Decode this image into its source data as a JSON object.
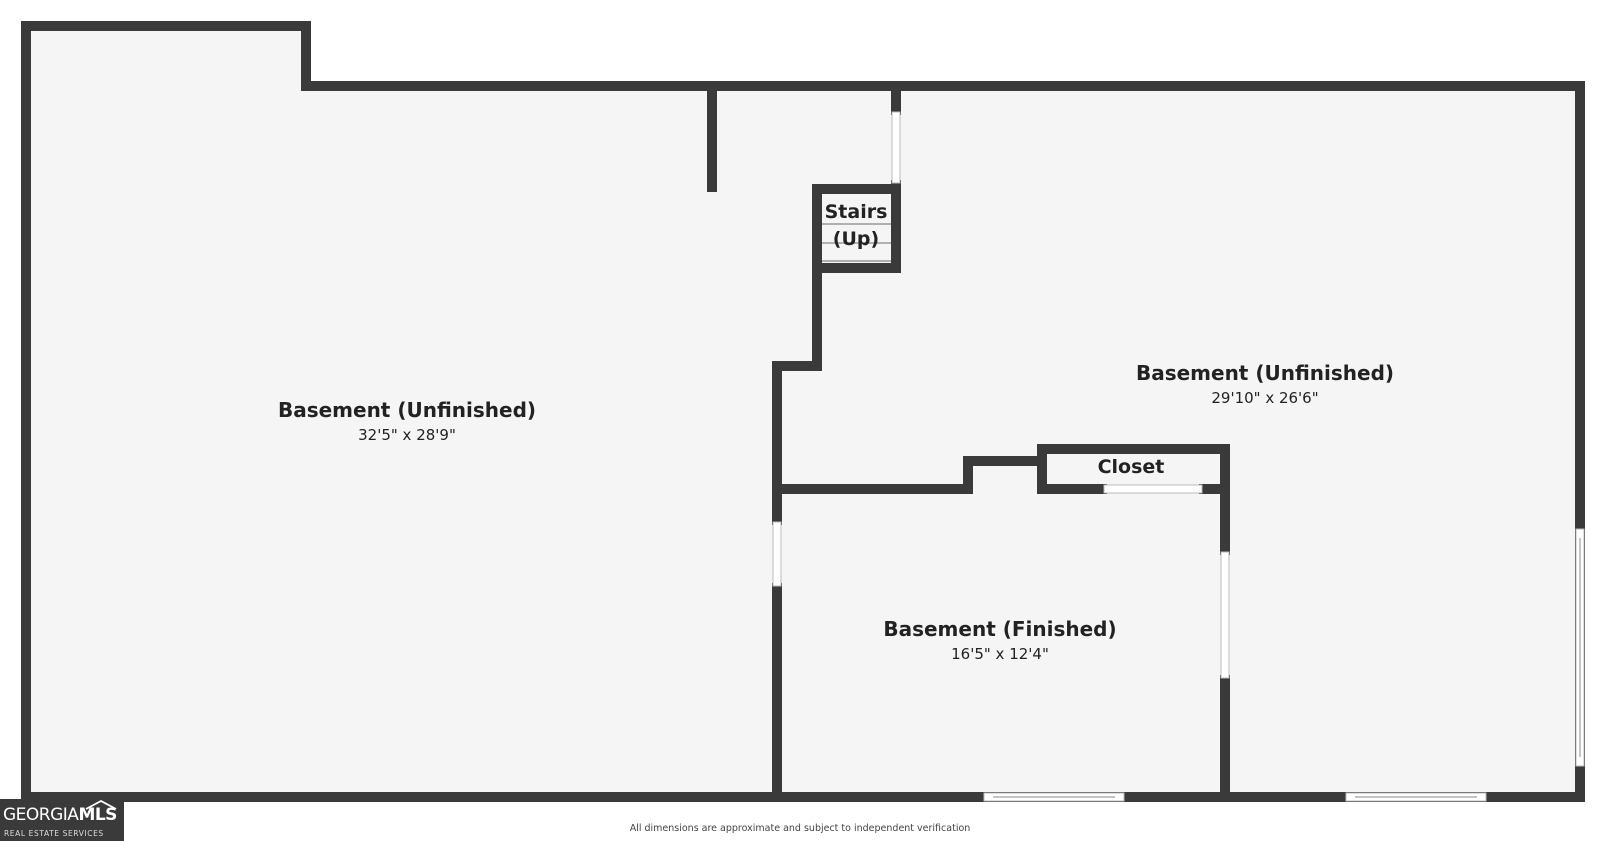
{
  "colors": {
    "wall": "#3a3a3a",
    "floor": "#f5f5f5",
    "opening": "#ffffff",
    "text": "#222222",
    "logo_bg": "#3a3a3a"
  },
  "rooms": [
    {
      "name": "Basement (Unfinished)",
      "dims": "32'5\" x 28'9\""
    },
    {
      "name": "Basement (Unfinished)",
      "dims": "29'10\" x 26'6\""
    },
    {
      "name": "Basement (Finished)",
      "dims": "16'5\" x 12'4\""
    }
  ],
  "closet": {
    "name": "Closet"
  },
  "stairs": {
    "line1": "Stairs",
    "line2": "(Up)"
  },
  "logo": {
    "brand_a": "GEORGIA",
    "brand_b": "MLS",
    "tagline": "REAL ESTATE SERVICES"
  },
  "disclaimer": "All dimensions are approximate and subject to independent verification"
}
